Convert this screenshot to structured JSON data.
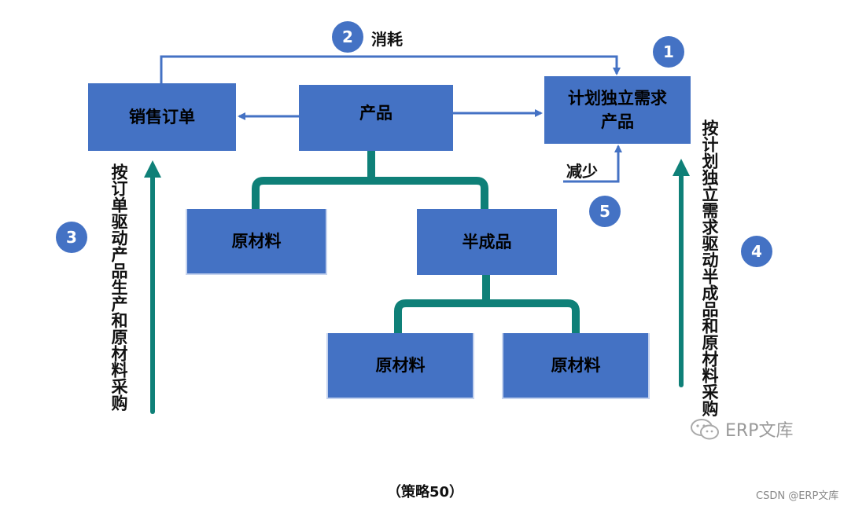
{
  "boxes": {
    "sales_order": "销售订单",
    "product": "产品",
    "pir_line1": "计划独立需求",
    "pir_line2": "产品",
    "raw_left": "原材料",
    "semi": "半成品",
    "raw_bottom_left": "原材料",
    "raw_bottom_right": "原材料"
  },
  "badges": {
    "b1": "1",
    "b2": "2",
    "b3": "3",
    "b4": "4",
    "b5": "5"
  },
  "labels": {
    "consume": "消耗",
    "reduce": "减少",
    "left_vertical": "按订单驱动产品生产和原材料采购",
    "right_vertical": "按计划独立需求驱动半成品和原材料采购"
  },
  "caption": "（策略50）",
  "watermark": "ERP文库",
  "credit": "CSDN @ERP文库",
  "colors": {
    "box_fill": "#4472c4",
    "arrow_blue": "#4472c4",
    "tree_teal": "#0f8078"
  }
}
